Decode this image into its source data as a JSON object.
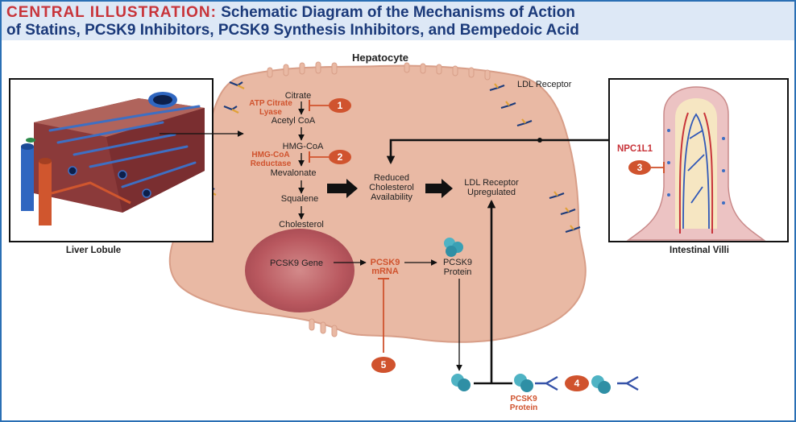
{
  "header": {
    "prefix": "CENTRAL ILLUSTRATION:",
    "line1": "Schematic Diagram of the Mechanisms of Action",
    "line2": "of Statins, PCSK9 Inhibitors, PCSK9 Synthesis Inhibitors, and Bempedoic Acid"
  },
  "cell": {
    "label": "Hepatocyte"
  },
  "panels": {
    "liver": "Liver Lobule",
    "villi": "Intestinal Villi"
  },
  "receptor_label": "LDL Receptor",
  "pathway": {
    "citrate": "Citrate",
    "acl_line1": "ATP Citrate",
    "acl_line2": "Lyase",
    "acetyl": "Acetyl CoA",
    "hmg": "HMG-CoA",
    "hmgr_line1": "HMG-CoA",
    "hmgr_line2": "Reductase",
    "mevalonate": "Mevalonate",
    "squalene": "Squalene",
    "cholesterol": "Cholesterol"
  },
  "outcome": {
    "reduced_1": "Reduced",
    "reduced_2": "Cholesterol",
    "reduced_3": "Availability",
    "upreg_1": "LDL Receptor",
    "upreg_2": "Upregulated"
  },
  "pcsk9": {
    "gene": "PCSK9 Gene",
    "mrna_1": "PCSK9",
    "mrna_2": "mRNA",
    "protein_1": "PCSK9",
    "protein_2": "Protein",
    "ext_1": "PCSK9",
    "ext_2": "Protein"
  },
  "npc": {
    "label": "NPC1L1"
  },
  "markers": [
    "1",
    "2",
    "3",
    "4",
    "5"
  ],
  "colors": {
    "brand_red": "#c8343a",
    "navy": "#1b3a7a",
    "cell": "#e9b9a4",
    "marker": "#d0532e",
    "border": "#2a6fb4"
  }
}
